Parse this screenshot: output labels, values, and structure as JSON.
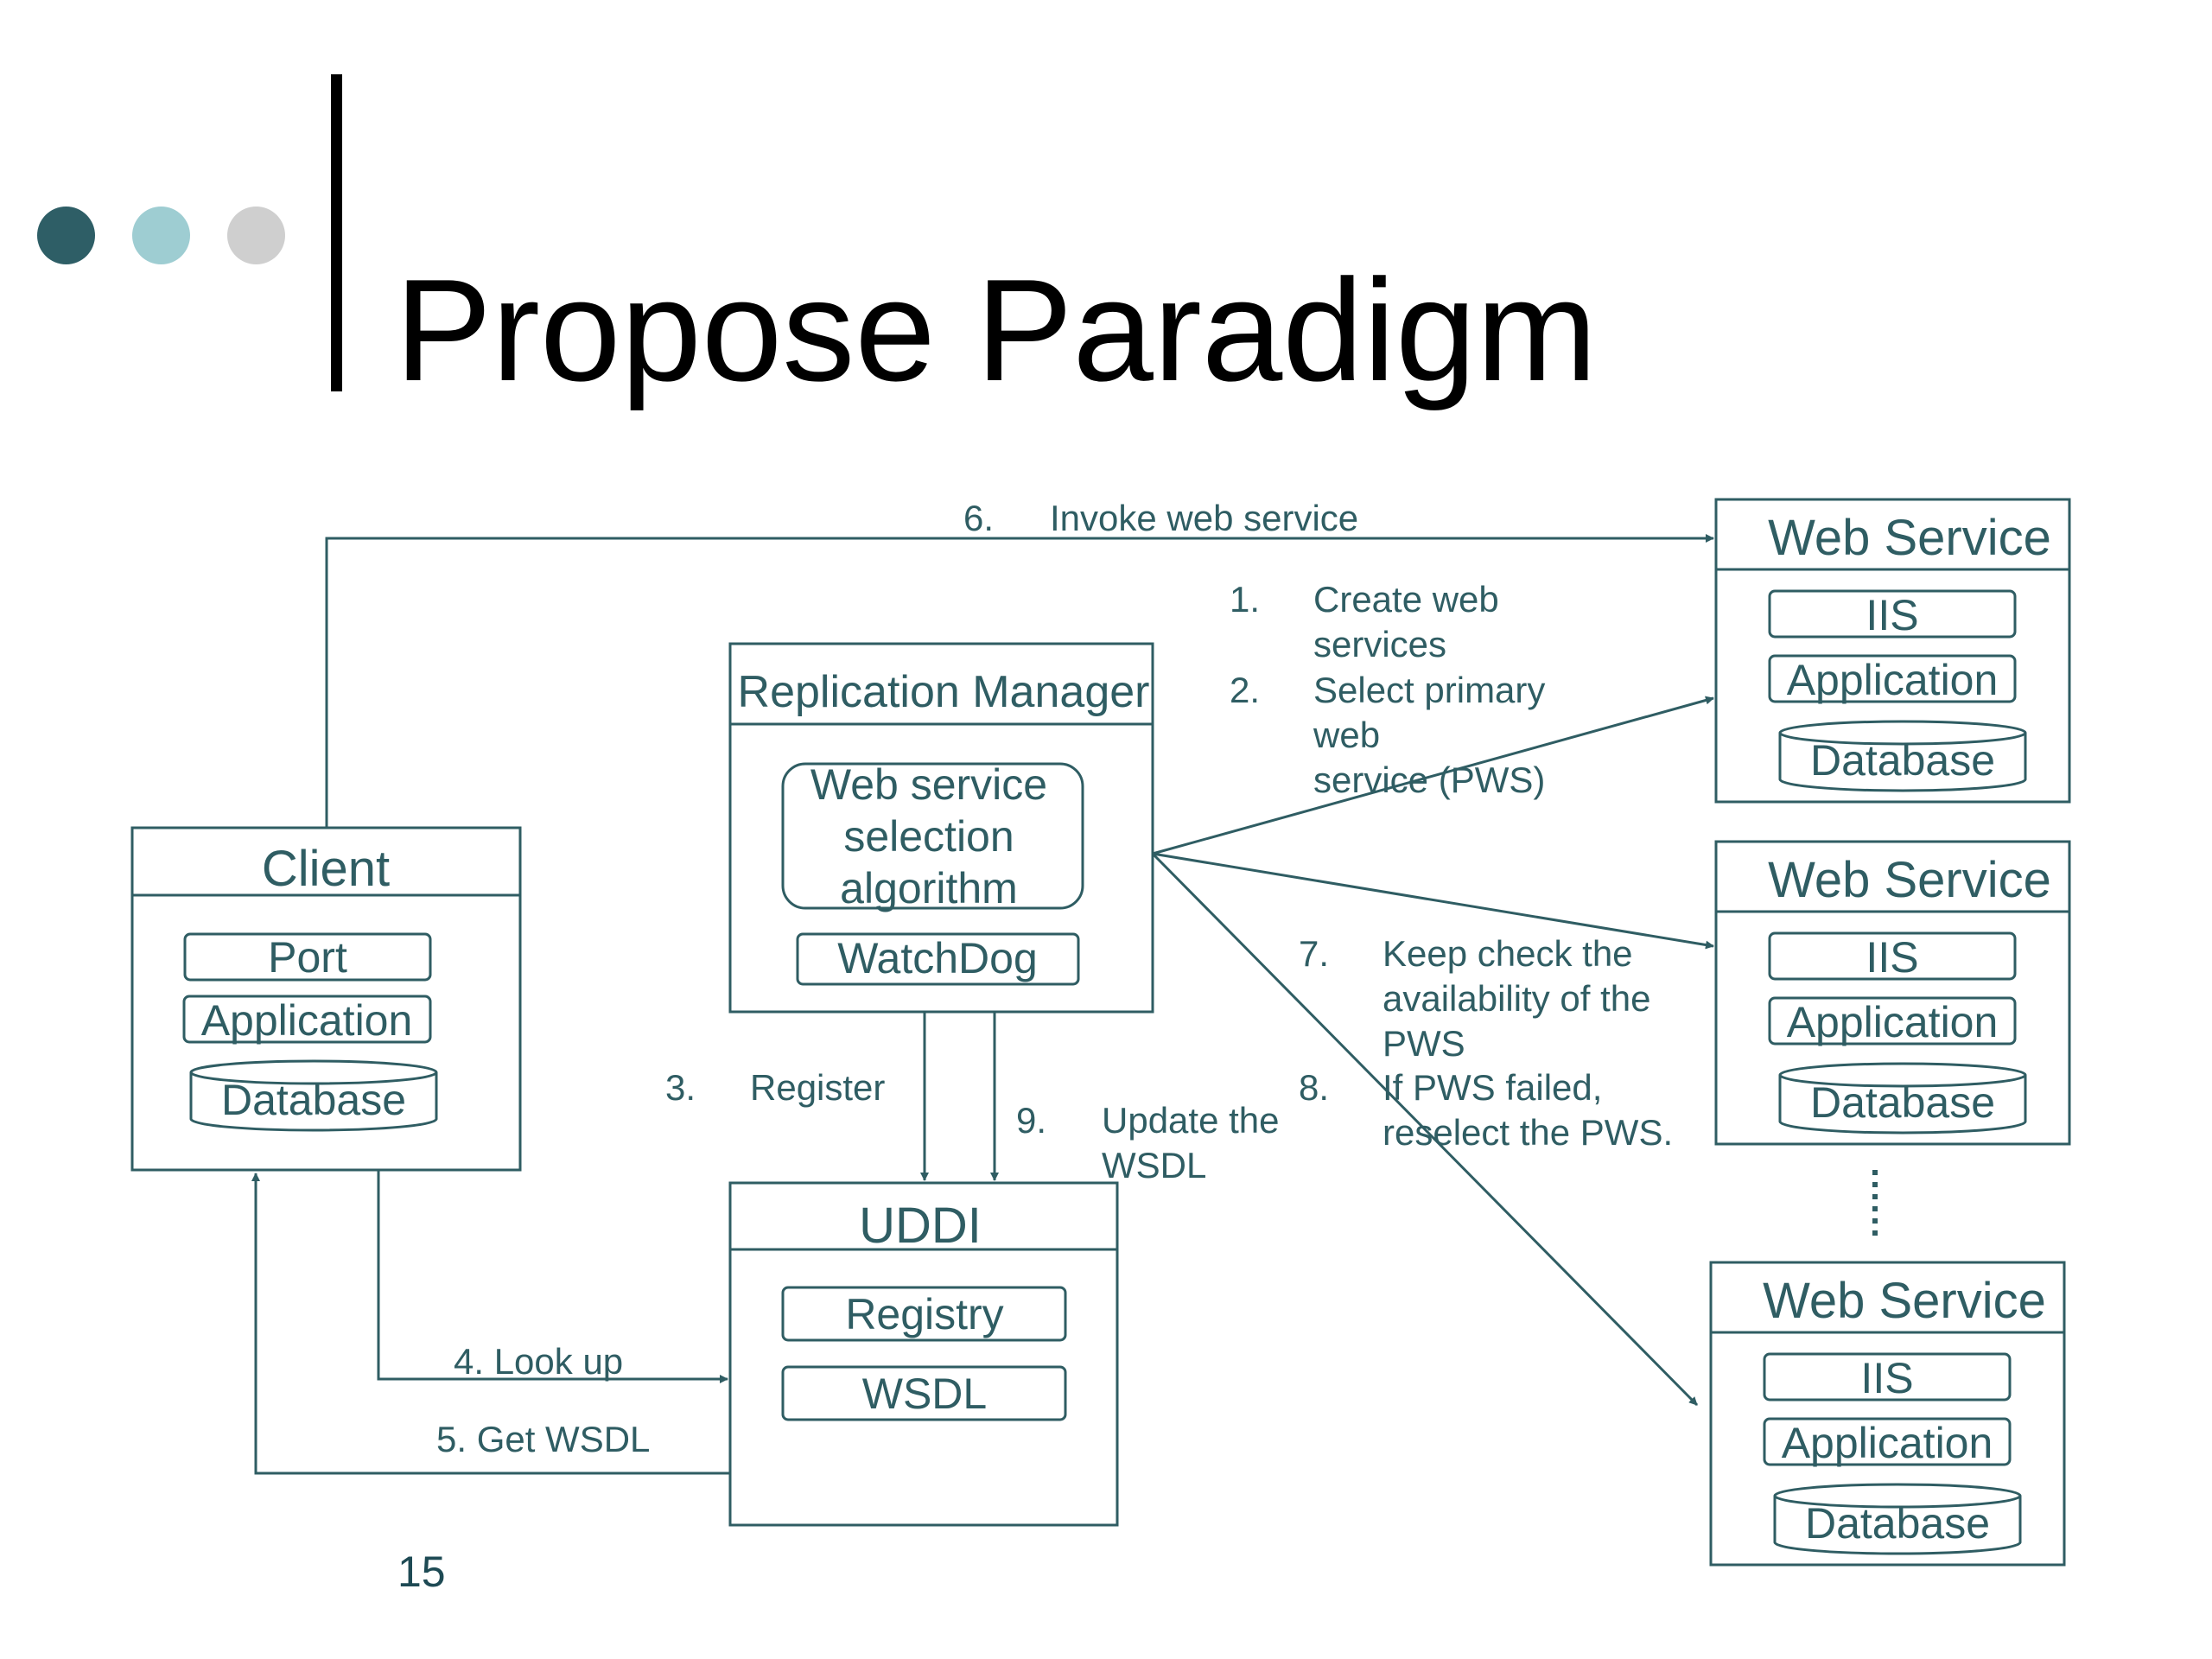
{
  "slide": {
    "title": "Propose Paradigm",
    "page_number": "15",
    "bullet_colors": [
      "#2e5e66",
      "#9ecdd2",
      "#cfcfcf"
    ],
    "accent_color": "#2f5d63"
  },
  "client": {
    "title": "Client",
    "items": [
      "Port",
      "Application"
    ],
    "database": "Database"
  },
  "replication_manager": {
    "title": "Replication Manager",
    "algorithm": [
      "Web service",
      "selection",
      "algorithm"
    ],
    "watchdog": "WatchDog"
  },
  "uddi": {
    "title": "UDDI",
    "items": [
      "Registry",
      "WSDL"
    ]
  },
  "web_services": [
    {
      "title": "Web Service",
      "items": [
        "IIS",
        "Application"
      ],
      "database": "Database"
    },
    {
      "title": "Web Service",
      "items": [
        "IIS",
        "Application"
      ],
      "database": "Database"
    },
    {
      "title": "Web Service",
      "items": [
        "IIS",
        "Application"
      ],
      "database": "Database"
    }
  ],
  "steps": {
    "s1": {
      "num": "1.",
      "lines": [
        "Create web",
        "services"
      ]
    },
    "s2": {
      "num": "2.",
      "lines": [
        "Select primary",
        "web",
        "service (PWS)"
      ]
    },
    "s3": {
      "num": "3.",
      "lines": [
        "Register"
      ]
    },
    "s4": {
      "lines": [
        "4. Look up"
      ]
    },
    "s5": {
      "lines": [
        "5. Get WSDL"
      ]
    },
    "s6": {
      "num": "6.",
      "lines": [
        "Invoke web service"
      ]
    },
    "s7": {
      "num": "7.",
      "lines": [
        "Keep check the",
        "availability of the",
        "PWS"
      ]
    },
    "s8": {
      "num": "8.",
      "lines": [
        "If PWS failed,",
        "reselect the PWS."
      ]
    },
    "s9": {
      "num": "9.",
      "lines": [
        "Update the",
        "WSDL"
      ]
    }
  }
}
